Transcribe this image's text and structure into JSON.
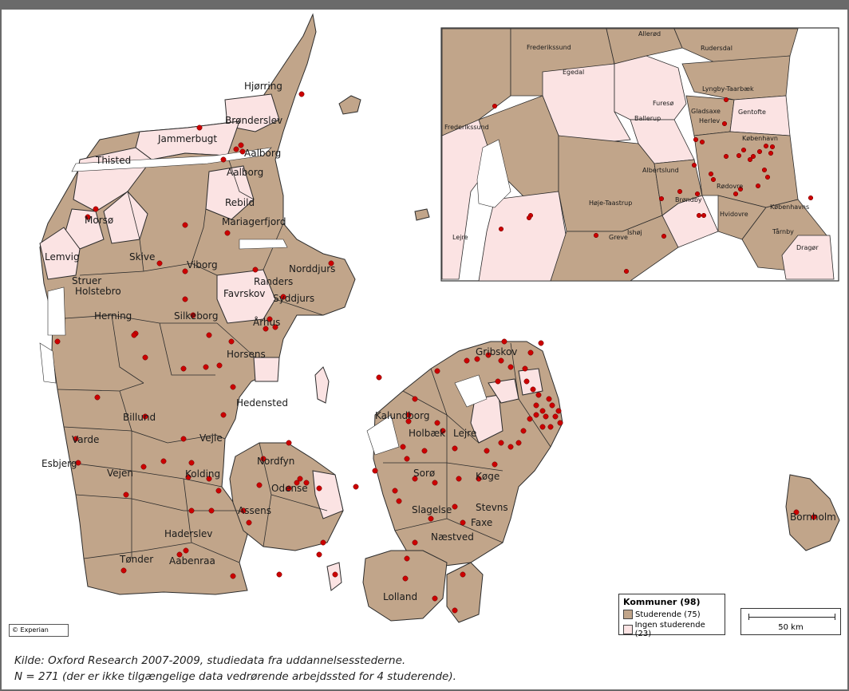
{
  "colors": {
    "studerende_fill": "#c1a58a",
    "ingen_fill": "#fbe3e3",
    "border": "#2b2b2b",
    "dot": "#cc0000",
    "frame": "#6a6a6a",
    "water": "#ffffff"
  },
  "map": {
    "labels": [
      "Hjørring",
      "Brønderslev",
      "Jammerbugt",
      "Aalborg",
      "Thisted",
      "Aalborg",
      "Rebild",
      "Morsø",
      "Mariagerfjord",
      "Lemvig",
      "Skive",
      "Viborg",
      "Randers",
      "Norddjurs",
      "Struer",
      "Holstebro",
      "Favrskov",
      "Syddjurs",
      "Herning",
      "Silkeborg",
      "Århus",
      "Gribskov",
      "Horsens",
      "Hedensted",
      "Kalundborg",
      "Billund",
      "Holbæk",
      "Lejre",
      "Varde",
      "Vejle",
      "Esbjerg",
      "Vejen",
      "Nordfyn",
      "Sorø",
      "Køge",
      "Kolding",
      "Odense",
      "Assens",
      "Slagelse",
      "Stevns",
      "Faxe",
      "Haderslev",
      "Næstved",
      "Bornholm",
      "Tønder",
      "Aabenraa",
      "Lolland"
    ]
  },
  "inset": {
    "labels": [
      "Allerød",
      "Frederikssund",
      "Rudersdal",
      "Egedal",
      "Lyngby-Taarbæk",
      "Furesø",
      "Frederikssund",
      "Ballerup",
      "Gladsaxe",
      "Herlev",
      "Gentofte",
      "København",
      "Albertslund",
      "Rødovre",
      "Brøndby",
      "Høje-Taastrup",
      "Hvidovre",
      "Københavns",
      "Ishøj",
      "Tårnby",
      "Lejre",
      "Greve",
      "Dragør"
    ]
  },
  "legend": {
    "title": "Kommuner (98)",
    "items": [
      {
        "label": "Studerende (75)"
      },
      {
        "label": "Ingen studerende (23)"
      }
    ]
  },
  "scale": {
    "label": "50 km"
  },
  "copyright": "© Experian",
  "footnotes": {
    "source": "Kilde: Oxford Research 2007-2009, studiedata fra uddannelsesstederne.",
    "note": "N = 271 (der er ikke tilgængelige data vedrørende arbejdssted for 4 studerende)."
  }
}
